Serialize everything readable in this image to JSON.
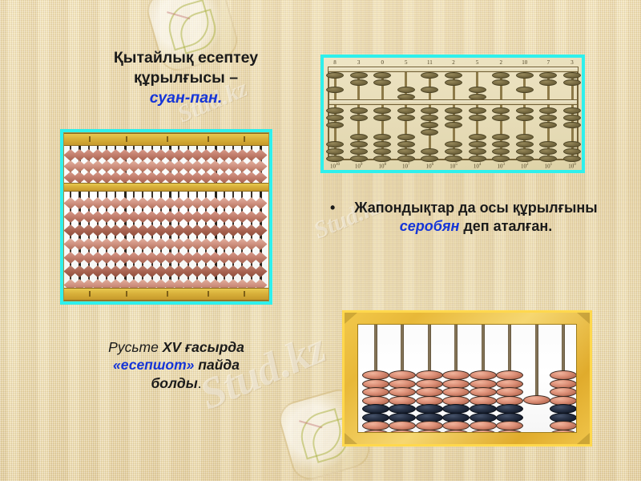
{
  "slide": {
    "background_color": "#e9d8ab",
    "accent_blue": "#1535d8",
    "cyan_border": "#2ff0ec",
    "gold_border": "#ffd84d"
  },
  "title_block": {
    "line1": "Қытайлық есептеу",
    "line2": "құрылғысы –",
    "line3_highlight": "суан-пан."
  },
  "japan_block": {
    "bullet": "•",
    "line1": "Жапондықтар да осы құрылғыны",
    "line2_highlight": "серобян",
    "line2_rest": " деп аталған."
  },
  "russia_block": {
    "line1_a": "Русьте ",
    "line1_b": "XV ғасырда",
    "line2_highlight": "«есепшот»",
    "line2_rest": " пайда",
    "line3": "болды",
    "line3_period": "."
  },
  "watermarks": {
    "text": "Stud.kz",
    "small_text": "Stud.kz",
    "logo_label": "stud-logo"
  },
  "suanpan": {
    "caption": "Chinese suanpan abacus",
    "top_labels": [
      "8",
      "3",
      "0",
      "5",
      "11",
      "2",
      "5",
      "2",
      "10",
      "7",
      "3"
    ],
    "bottom_labels": [
      "10",
      "10",
      "10",
      "10",
      "10",
      "10",
      "10",
      "10",
      "10",
      "10",
      "10"
    ],
    "bottom_exponents": [
      "10",
      "9",
      "8",
      "7",
      "6",
      "5",
      "4",
      "3",
      "2",
      "1",
      "0"
    ],
    "columns": 11,
    "upper_beads_per_rod": 2,
    "lower_beads_per_rod": 5,
    "bead_color": "#7d7046",
    "frame_color": "#756338",
    "board_color": "#ece2c0"
  },
  "schoty": {
    "caption": "Russian schoty abacus",
    "rods": 22,
    "upper_rows": 3,
    "lower_rows": 7,
    "bead_color": "#c4806f",
    "frame_color": "#d8b03a",
    "border_color": "#2ff0ec"
  },
  "soroban": {
    "caption": "Japanese soroban abacus",
    "columns": 8,
    "beads_per_column": 10,
    "light_bead_color": "#dd9078",
    "dark_bead_color": "#2a3448",
    "frame_color": "#e8b838",
    "border_color": "#ffd84d",
    "short_column_index": 6,
    "short_column_beads": 1
  }
}
